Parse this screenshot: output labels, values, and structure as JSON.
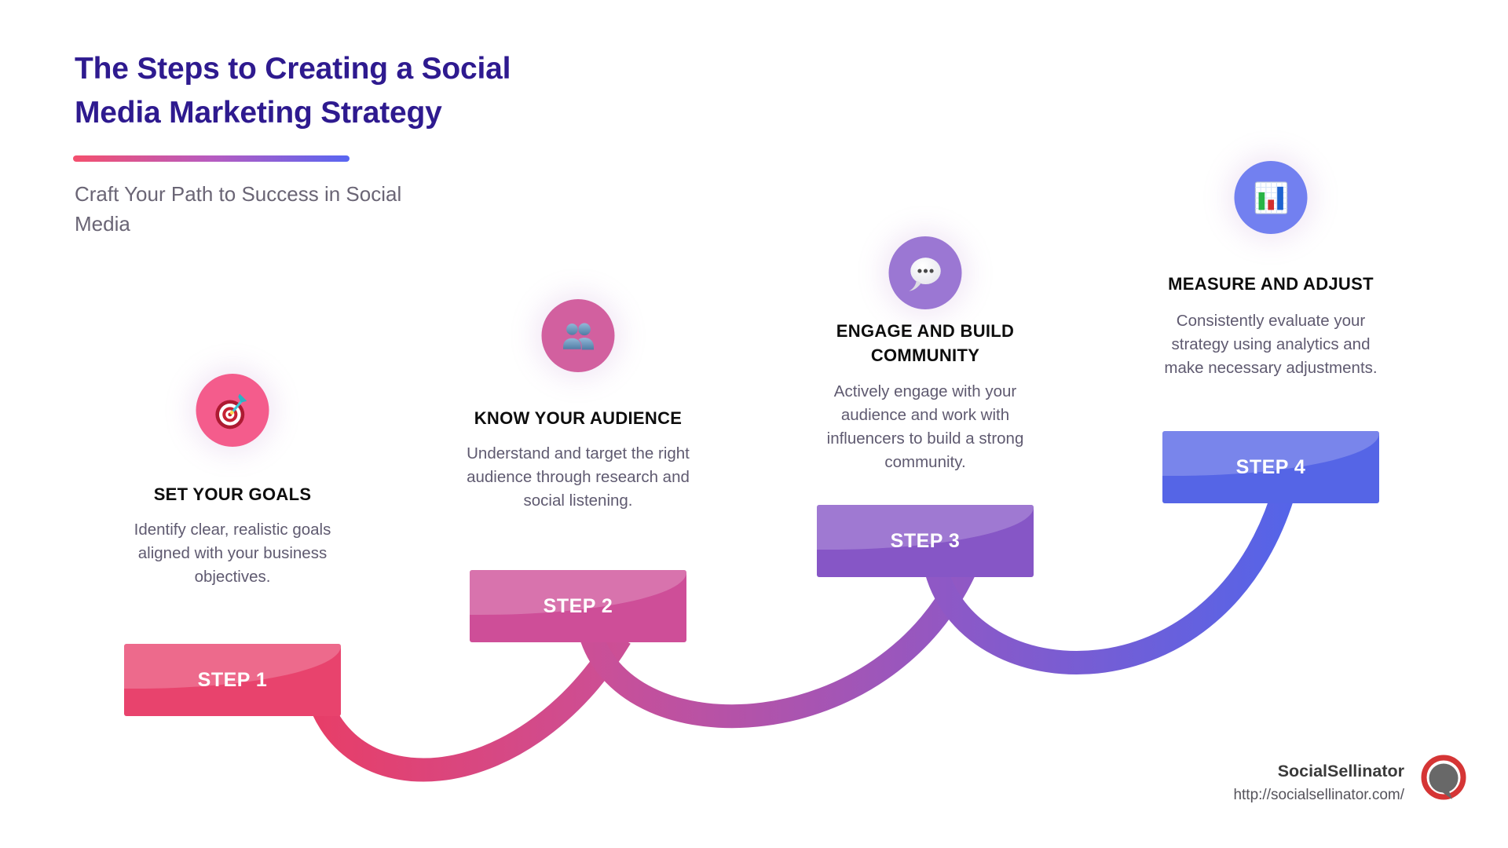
{
  "header": {
    "title_line1": "The Steps to Creating a Social",
    "title_line2": "Media Marketing Strategy",
    "subtitle": "Craft Your Path to Success in Social Media",
    "title_color": "#2E1A8F",
    "underline_gradient": [
      "#F4506E",
      "#5866F2"
    ]
  },
  "steps": [
    {
      "label": "STEP 1",
      "heading": "SET YOUR GOALS",
      "description": "Identify clear, realistic goals aligned with your business objectives.",
      "icon": "dartboard-icon",
      "circle_color": "#F45C8C",
      "banner_color": "#E8436D"
    },
    {
      "label": "STEP 2",
      "heading": "KNOW YOUR AUDIENCE",
      "description": "Understand and target the right audience through research and social listening.",
      "icon": "people-icon",
      "circle_color": "#D2609F",
      "banner_color": "#CE4E98"
    },
    {
      "label": "STEP 3",
      "heading": "ENGAGE AND BUILD COMMUNITY",
      "description": "Actively engage with your audience and work with influencers to build a strong community.",
      "icon": "speech-bubble-icon",
      "circle_color": "#9B77D3",
      "banner_color": "#8656C6"
    },
    {
      "label": "STEP 4",
      "heading": "MEASURE AND ADJUST",
      "description": "Consistently evaluate your strategy using analytics and make necessary adjustments.",
      "icon": "bar-chart-icon",
      "circle_color": "#7280F0",
      "banner_color": "#5565E6"
    }
  ],
  "connector_colors": [
    "#E73E68",
    "#CB4F96",
    "#8F58C5",
    "#5564E8"
  ],
  "footer": {
    "brand": "SocialSellinator",
    "url": "http://socialsellinator.com/"
  }
}
